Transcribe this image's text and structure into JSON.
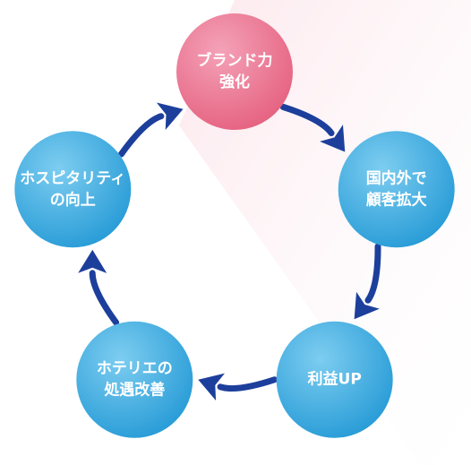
{
  "diagram": {
    "nodes": [
      {
        "id": "brand",
        "lines": [
          "ブランド力",
          "強化"
        ],
        "color": "#e8708e"
      },
      {
        "id": "customers",
        "lines": [
          "国内外で",
          "顧客拡大"
        ],
        "color": "#3dabdd"
      },
      {
        "id": "profit",
        "lines": [
          "利益UP"
        ],
        "color": "#3dabdd"
      },
      {
        "id": "treatment",
        "lines": [
          "ホテリエの",
          "処遇改善"
        ],
        "color": "#3dabdd"
      },
      {
        "id": "hospitality",
        "lines": [
          "ホスピタリティ",
          "の向上"
        ],
        "color": "#3dabdd"
      }
    ],
    "arrow_color": "#1d3f9c",
    "highlight_color": "#f9d3dc"
  }
}
